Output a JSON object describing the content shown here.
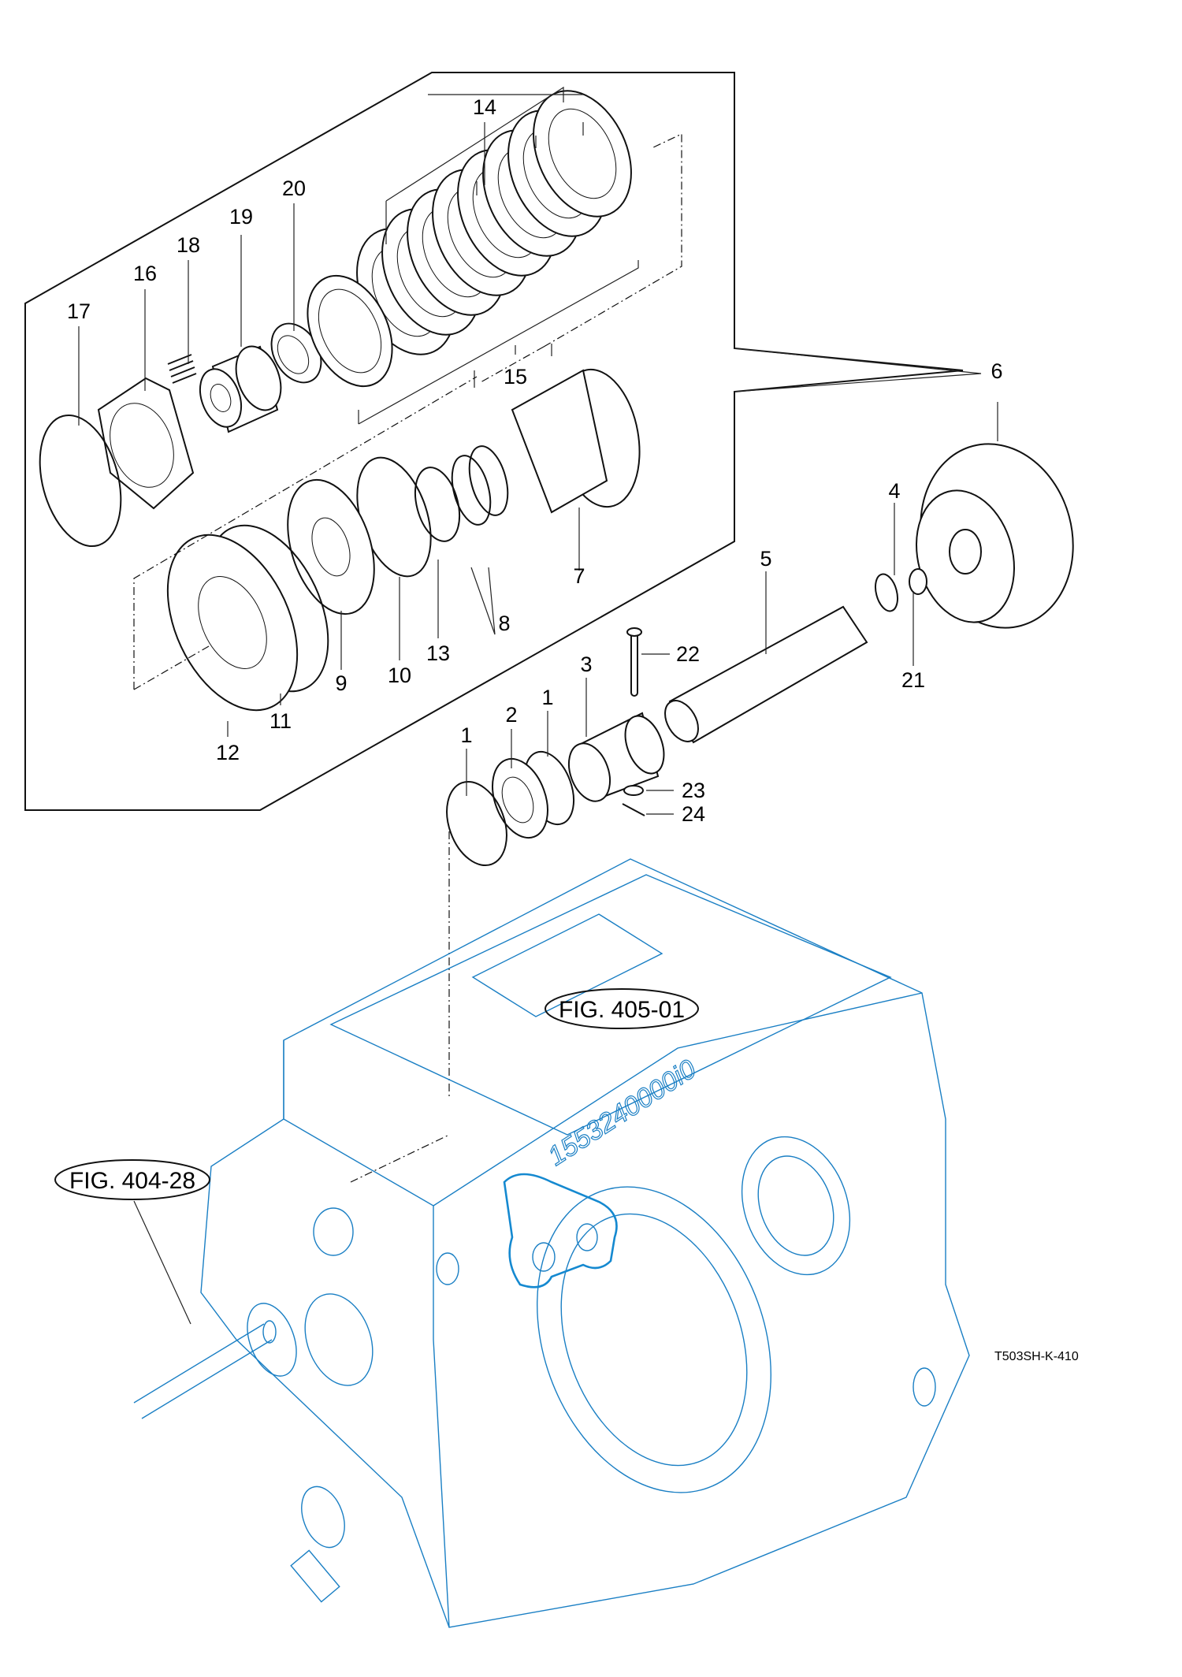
{
  "diagram": {
    "title_code": "T503SH-K-410",
    "casting_number": "1553240000i0",
    "figure_references": [
      {
        "id": "fig-405-01",
        "label": "FIG. 405-01"
      },
      {
        "id": "fig-404-28",
        "label": "FIG. 404-28"
      }
    ],
    "callouts": [
      {
        "id": "c14",
        "label": "14"
      },
      {
        "id": "c20",
        "label": "20"
      },
      {
        "id": "c19",
        "label": "19"
      },
      {
        "id": "c18",
        "label": "18"
      },
      {
        "id": "c16",
        "label": "16"
      },
      {
        "id": "c17",
        "label": "17"
      },
      {
        "id": "c15",
        "label": "15"
      },
      {
        "id": "c6a",
        "label": "6"
      },
      {
        "id": "c6b",
        "label": "6"
      },
      {
        "id": "c7",
        "label": "7"
      },
      {
        "id": "c8",
        "label": "8"
      },
      {
        "id": "c13",
        "label": "13"
      },
      {
        "id": "c10",
        "label": "10"
      },
      {
        "id": "c9",
        "label": "9"
      },
      {
        "id": "c11",
        "label": "11"
      },
      {
        "id": "c12",
        "label": "12"
      },
      {
        "id": "c4",
        "label": "4"
      },
      {
        "id": "c5",
        "label": "5"
      },
      {
        "id": "c21",
        "label": "21"
      },
      {
        "id": "c22",
        "label": "22"
      },
      {
        "id": "c3",
        "label": "3"
      },
      {
        "id": "c1a",
        "label": "1"
      },
      {
        "id": "c2",
        "label": "2"
      },
      {
        "id": "c1b",
        "label": "1"
      },
      {
        "id": "c23",
        "label": "23"
      },
      {
        "id": "c24",
        "label": "24"
      }
    ],
    "colors": {
      "line_art": "#111111",
      "housing": "#1a7fc4",
      "background": "#ffffff"
    }
  }
}
